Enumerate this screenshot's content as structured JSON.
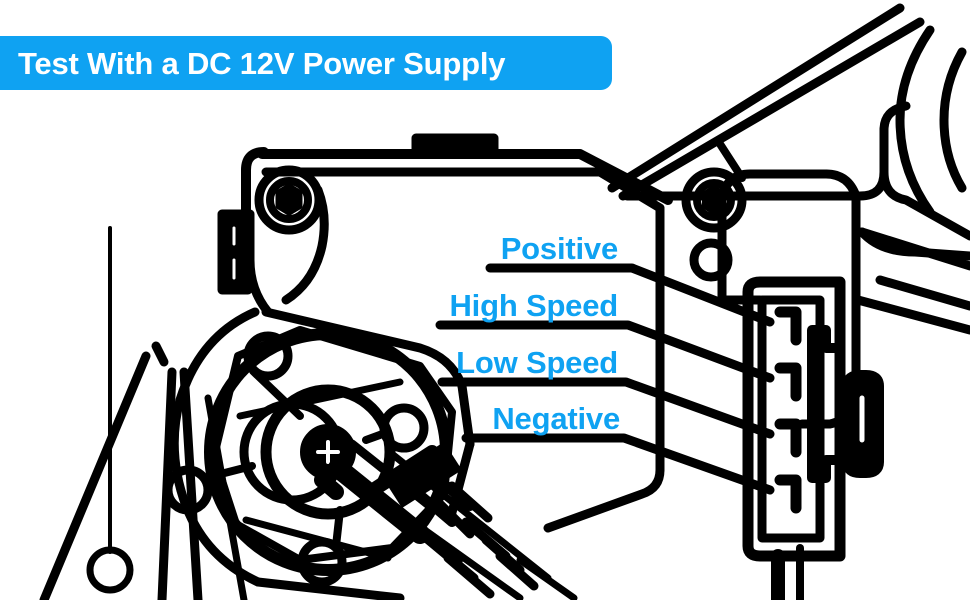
{
  "banner": {
    "text": "Test With a DC 12V Power Supply",
    "background_color": "#0FA2F2",
    "text_color": "#FFFFFF"
  },
  "callouts": [
    {
      "id": "positive",
      "label": "Positive",
      "color": "#0FA2F2",
      "terminal_index": 1
    },
    {
      "id": "high_speed",
      "label": "High Speed",
      "color": "#0FA2F2",
      "terminal_index": 2
    },
    {
      "id": "low_speed",
      "label": "Low Speed",
      "color": "#0FA2F2",
      "terminal_index": 3
    },
    {
      "id": "negative",
      "label": "Negative",
      "color": "#0FA2F2",
      "terminal_index": 4
    }
  ],
  "illustration": {
    "subject": "windshield wiper motor assembly line drawing",
    "line_color": "#000000",
    "background_color": "#FFFFFF",
    "parts": [
      "motor-housing",
      "gear-case",
      "mounting-bracket",
      "hex-bolt-upper-left",
      "hex-bolt-upper-right",
      "output-shaft-splined",
      "wiring-connector-block",
      "connector-terminals",
      "connector-latch-clip",
      "linkage-arm"
    ],
    "terminal_count": 4
  }
}
